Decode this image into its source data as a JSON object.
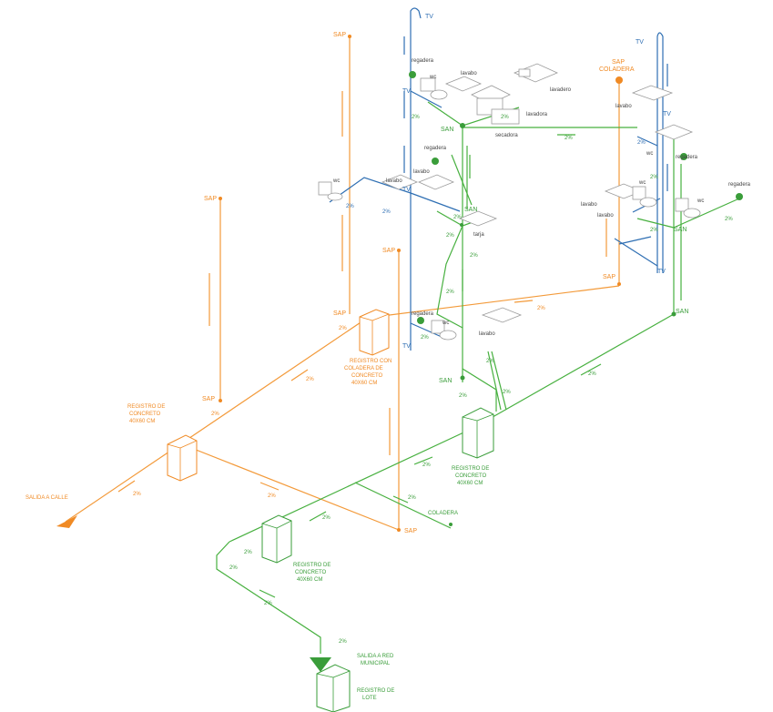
{
  "colors": {
    "sap": "#f39a3a",
    "san": "#47b03f",
    "tv": "#2f6fb3",
    "fixture": "#9a9a9a"
  },
  "labels": {
    "tv": "TV",
    "sap": "SAP",
    "san": "SAN",
    "slope": "2%",
    "regadera": "regadera",
    "wc": "wc",
    "lavabo": "lavabo",
    "lavadero": "lavadero",
    "lavadora": "lavadora",
    "secadora": "secadora",
    "tarja": "tarja",
    "sap_coladera": [
      "SAP",
      "COLADERA"
    ],
    "coladera": "COLADERA",
    "salida_calle": "SALIDA A CALLE",
    "registro_coladera": [
      "REGISTRO CON",
      "COLADERA DE",
      "CONCRETO",
      "40X60 CM"
    ],
    "registro_concreto": [
      "REGISTRO DE",
      "CONCRETO",
      "40X60 CM"
    ],
    "salida_red": [
      "SALIDA A RED",
      "MUNICIPAL"
    ],
    "registro_lote": [
      "REGISTRO DE",
      "LOTE"
    ]
  }
}
